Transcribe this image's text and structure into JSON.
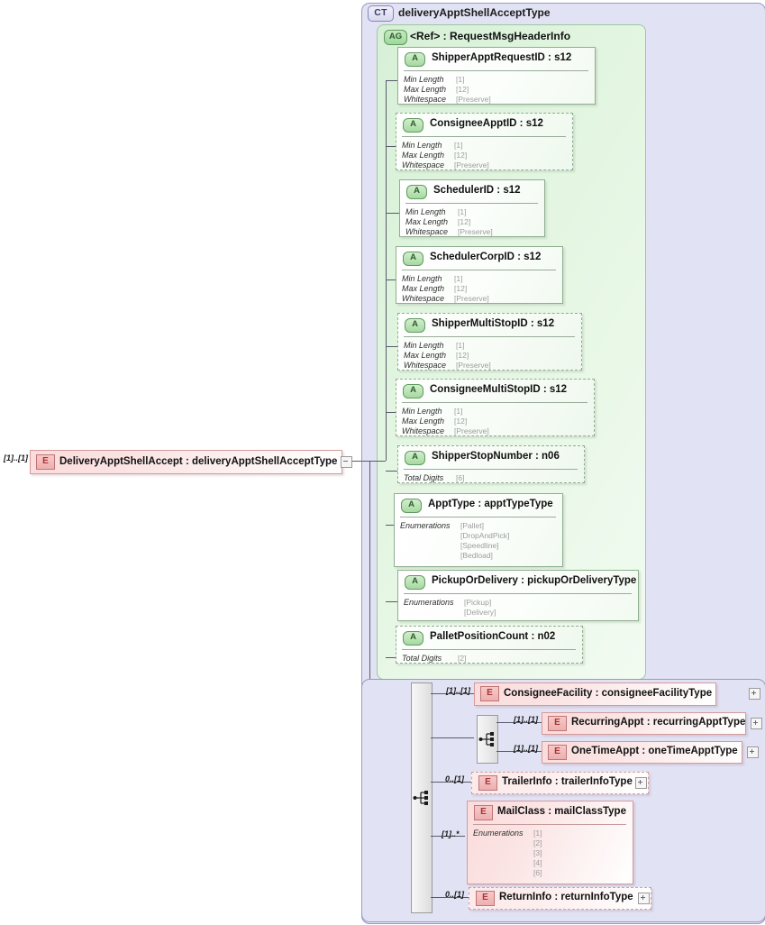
{
  "diagram": {
    "kind": "xsd-schema-diagram",
    "complex_type": {
      "badge": "CT",
      "badge_icon": "complex-type-icon",
      "title": "deliveryApptShellAcceptType"
    },
    "attribute_group": {
      "badge": "AG",
      "badge_icon": "attribute-group-icon",
      "ref_label": "<Ref>",
      "separator": ":",
      "ref_name": "RequestMsgHeaderInfo",
      "title": "<Ref>    : RequestMsgHeaderInfo"
    },
    "root_element": {
      "badge": "E",
      "badge_icon": "element-icon",
      "label": "DeliveryApptShellAccept : deliveryApptShellAcceptType",
      "cardinality": "[1]..[1]",
      "toggle": "minus-box-icon",
      "optional": false
    },
    "attributes": [
      {
        "badge": "A",
        "label": "ShipperApptRequestID : s12",
        "optional": false,
        "facets": [
          {
            "name": "Min Length",
            "value": "[1]"
          },
          {
            "name": "Max Length",
            "value": "[12]"
          },
          {
            "name": "Whitespace",
            "value": "[Preserve]"
          }
        ]
      },
      {
        "badge": "A",
        "label": "ConsigneeApptID : s12",
        "optional": true,
        "facets": [
          {
            "name": "Min Length",
            "value": "[1]"
          },
          {
            "name": "Max Length",
            "value": "[12]"
          },
          {
            "name": "Whitespace",
            "value": "[Preserve]"
          }
        ]
      },
      {
        "badge": "A",
        "label": "SchedulerID : s12",
        "optional": false,
        "facets": [
          {
            "name": "Min Length",
            "value": "[1]"
          },
          {
            "name": "Max Length",
            "value": "[12]"
          },
          {
            "name": "Whitespace",
            "value": "[Preserve]"
          }
        ]
      },
      {
        "badge": "A",
        "label": "SchedulerCorpID : s12",
        "optional": false,
        "facets": [
          {
            "name": "Min Length",
            "value": "[1]"
          },
          {
            "name": "Max Length",
            "value": "[12]"
          },
          {
            "name": "Whitespace",
            "value": "[Preserve]"
          }
        ]
      },
      {
        "badge": "A",
        "label": "ShipperMultiStopID : s12",
        "optional": true,
        "facets": [
          {
            "name": "Min Length",
            "value": "[1]"
          },
          {
            "name": "Max Length",
            "value": "[12]"
          },
          {
            "name": "Whitespace",
            "value": "[Preserve]"
          }
        ]
      },
      {
        "badge": "A",
        "label": "ConsigneeMultiStopID : s12",
        "optional": true,
        "facets": [
          {
            "name": "Min Length",
            "value": "[1]"
          },
          {
            "name": "Max Length",
            "value": "[12]"
          },
          {
            "name": "Whitespace",
            "value": "[Preserve]"
          }
        ]
      },
      {
        "badge": "A",
        "label": "ShipperStopNumber : n06",
        "optional": true,
        "facets": [
          {
            "name": "Total Digits",
            "value": "[6]"
          }
        ]
      },
      {
        "badge": "A",
        "label": "ApptType : apptTypeType",
        "optional": false,
        "facets": [
          {
            "name": "Enumerations",
            "value": "[Pallet]"
          },
          {
            "name": "",
            "value": "[DropAndPick]"
          },
          {
            "name": "",
            "value": "[Speedline]"
          },
          {
            "name": "",
            "value": "[Bedload]"
          }
        ]
      },
      {
        "badge": "A",
        "label": "PickupOrDelivery : pickupOrDeliveryType",
        "optional": false,
        "facets": [
          {
            "name": "Enumerations",
            "value": "[Pickup]"
          },
          {
            "name": "",
            "value": "[Delivery]"
          }
        ]
      },
      {
        "badge": "A",
        "label": "PalletPositionCount : n02",
        "optional": true,
        "facets": [
          {
            "name": "Total Digits",
            "value": "[2]"
          }
        ]
      }
    ],
    "sequence_root": {
      "icon": "sequence-compositor-icon",
      "cardinality": "[1]..[1]"
    },
    "sequence_nested": {
      "icon": "sequence-compositor-icon",
      "cardinality": "[1]..[1]"
    },
    "child_elements": [
      {
        "badge": "E",
        "label": "ConsigneeFacility : consigneeFacilityType",
        "cardinality": "[1]..[1]",
        "optional": false,
        "toggle": "plus-box-icon"
      },
      {
        "badge": "E",
        "label": "RecurringAppt : recurringApptType",
        "cardinality": "[1]..[1]",
        "optional": false,
        "toggle": "plus-box-icon"
      },
      {
        "badge": "E",
        "label": "OneTimeAppt : oneTimeApptType",
        "cardinality": "[1]..[1]",
        "optional": false,
        "toggle": "plus-box-icon"
      },
      {
        "badge": "E",
        "label": "TrailerInfo : trailerInfoType",
        "cardinality": "0..[1]",
        "optional": true,
        "toggle": "plus-box-icon"
      },
      {
        "badge": "E",
        "label": "MailClass : mailClassType",
        "cardinality": "[1]..*",
        "optional": false,
        "toggle": "",
        "facets": [
          {
            "name": "Enumerations",
            "value": "[1]"
          },
          {
            "name": "",
            "value": "[2]"
          },
          {
            "name": "",
            "value": "[3]"
          },
          {
            "name": "",
            "value": "[4]"
          },
          {
            "name": "",
            "value": "[6]"
          }
        ]
      },
      {
        "badge": "E",
        "label": "ReturnInfo : returnInfoType",
        "cardinality": "0..[1]",
        "optional": true,
        "toggle": "plus-box-icon"
      }
    ],
    "colors": {
      "complex_type_fill": "#e2e2f5",
      "complex_type_border": "#9a9ac4",
      "attribute_group_fill": "#daf0d8",
      "attribute_fill": "#ffffff",
      "attribute_border": "#8fae8f",
      "element_fill": "#fbdcdc",
      "element_border": "#d39b9b",
      "connector": "#5a5a6e",
      "facet_value": "#9c9c9c"
    }
  }
}
